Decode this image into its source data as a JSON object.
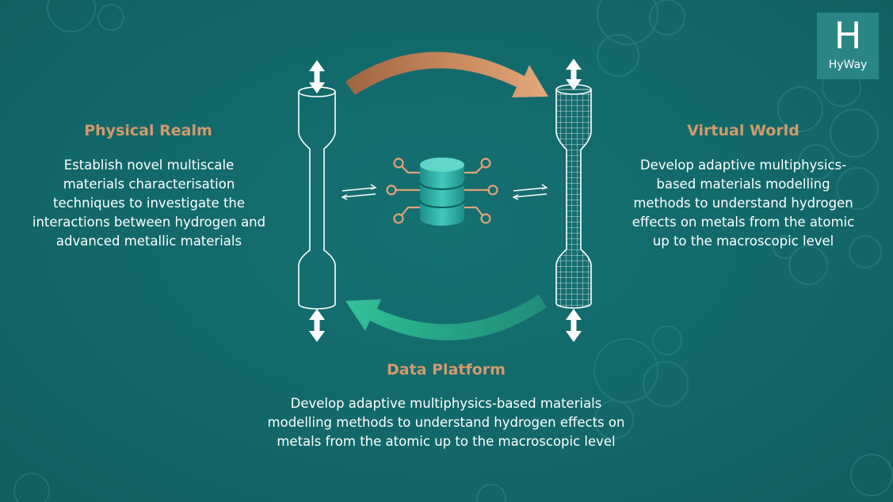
{
  "colors": {
    "background": "#12696a",
    "copper": "#d39a6c",
    "teal_accent": "#2bb08d",
    "text": "#ffffff"
  },
  "logo": {
    "letter": "H",
    "word": "HyWay",
    "icon": "hyway-logo"
  },
  "physical": {
    "heading": "Physical Realm",
    "lines": [
      "Establish novel multiscale",
      "materials characterisation",
      "techniques to investigate the",
      "interactions between hydrogen and",
      "advanced metallic materials"
    ]
  },
  "virtual": {
    "heading": "Virtual World",
    "lines": [
      "Develop adaptive multiphysics-",
      "based materials modelling",
      "methods to understand hydrogen",
      "effects on metals from the atomic",
      "up to the macroscopic level"
    ]
  },
  "platform": {
    "heading": "Data Platform",
    "lines": [
      "Develop adaptive multiphysics-based materials",
      "modelling methods to understand hydrogen effects on",
      "metals from the atomic up to the macroscopic level"
    ]
  },
  "icons": [
    "tensile-specimen-icon",
    "meshed-specimen-icon",
    "database-circuit-icon",
    "exchange-arrows-icon",
    "double-arrow-icon",
    "curved-arrow-icon",
    "bubble-decoration-icon"
  ]
}
